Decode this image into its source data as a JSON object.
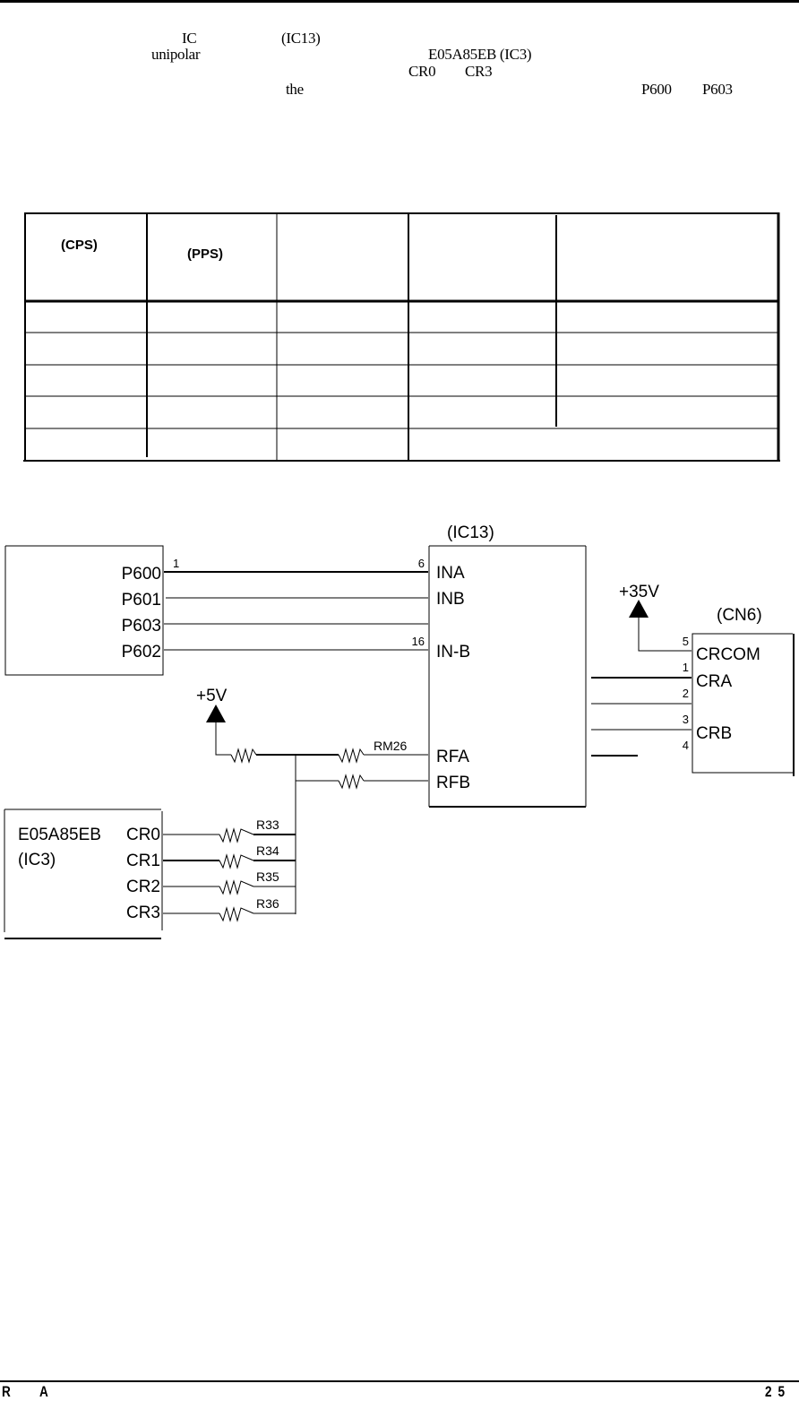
{
  "header": {
    "text_fragments": {
      "ic": "IC",
      "ic13": "(IC13)",
      "unipolar": "unipolar",
      "e05a85eb_ic3": "E05A85EB (IC3)",
      "cr0": "CR0",
      "cr3": "CR3",
      "the": "the",
      "p600": "P600",
      "p603": "P603"
    }
  },
  "table": {
    "headers": [
      "(CPS)",
      "(PPS)",
      "",
      "",
      ""
    ],
    "rows": [
      [
        "",
        "",
        "",
        "",
        ""
      ],
      [
        "",
        "",
        "",
        "",
        ""
      ],
      [
        "",
        "",
        "",
        "",
        ""
      ],
      [
        "",
        "",
        "",
        "",
        ""
      ],
      [
        "",
        "",
        "",
        ""
      ]
    ]
  },
  "schematic": {
    "driver_ic": {
      "label": "(IC13)",
      "pins": [
        {
          "name": "INA",
          "number": "6"
        },
        {
          "name": "INB",
          "number": ""
        },
        {
          "name": "IN-B",
          "number": "16"
        },
        {
          "name": "RFA",
          "number": ""
        },
        {
          "name": "RFB",
          "number": ""
        }
      ]
    },
    "cpu_block": {
      "ports": [
        "P600",
        "P601",
        "P603",
        "P602"
      ],
      "first_pin_number": "1"
    },
    "connector": {
      "label": "(CN6)",
      "supply": "+35V",
      "pins": [
        {
          "number": "5",
          "name": "CRCOM"
        },
        {
          "number": "1",
          "name": "CRA"
        },
        {
          "number": "2",
          "name": ""
        },
        {
          "number": "3",
          "name": "CRB"
        },
        {
          "number": "4",
          "name": ""
        }
      ]
    },
    "supply_5v": "+5V",
    "resistor_network": "RM26",
    "gate_array": {
      "name": "E05A85EB",
      "ref": "(IC3)",
      "outputs": [
        {
          "pin": "CR0",
          "resistor": "R33"
        },
        {
          "pin": "CR1",
          "resistor": "R34"
        },
        {
          "pin": "CR2",
          "resistor": "R35"
        },
        {
          "pin": "CR3",
          "resistor": "R36"
        }
      ]
    }
  },
  "footer": {
    "left_a": "R",
    "left_b": "A",
    "page": "2 5"
  }
}
